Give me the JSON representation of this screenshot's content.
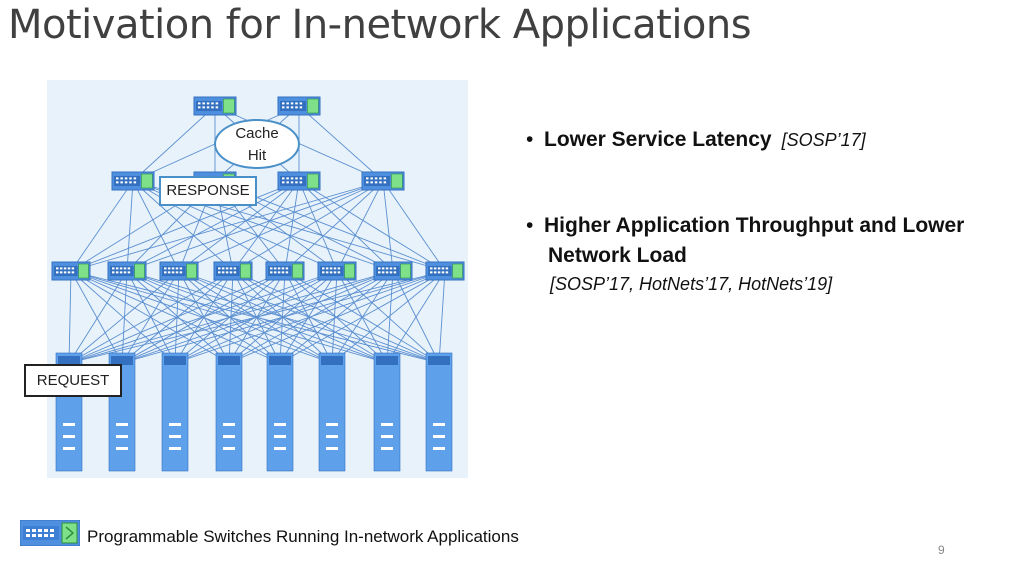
{
  "slide": {
    "title": "Motivation for In-network Applications",
    "page_number": "9"
  },
  "diagram": {
    "cache_hit_line1": "Cache",
    "cache_hit_line2": "Hit",
    "response_label": "RESPONSE",
    "request_label": "REQUEST",
    "colors": {
      "link": "#5b8fd0",
      "switch": "#4f8fe0",
      "switch_dark": "#3470c0",
      "switch_port": "#7fe08a",
      "server": "#5ea0ea",
      "background": "#e8f2fb"
    }
  },
  "bullets": [
    {
      "text": "Lower Service Latency",
      "citation": "[SOSP’17]"
    },
    {
      "text_line1": "Higher Application Throughput and Lower",
      "text_line2": "Network Load",
      "citation": "[SOSP’17, HotNets’17, HotNets’19]"
    }
  ],
  "legend": {
    "label": "Programmable Switches Running In-network Applications",
    "icon": "switch-icon"
  }
}
